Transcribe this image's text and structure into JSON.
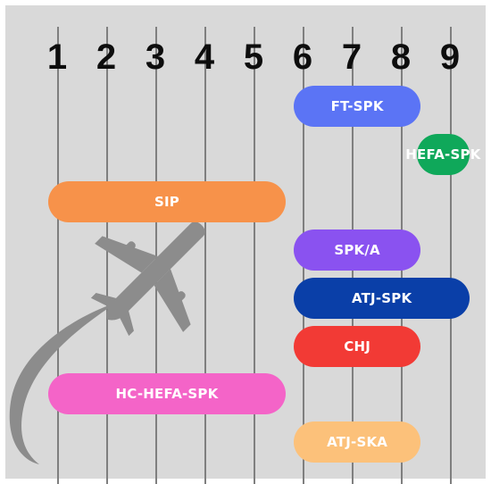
{
  "columns": [
    "1",
    "2",
    "3",
    "4",
    "5",
    "6",
    "7",
    "8",
    "9"
  ],
  "bars": [
    {
      "label": "FT-SPK",
      "start": 6,
      "end": 8.75,
      "color": "#5b74f5"
    },
    {
      "label": "HEFA-SPK",
      "start": 8.5,
      "end": 9.75,
      "color": "#0fa85a"
    },
    {
      "label": "SIP",
      "start": 1,
      "end": 6,
      "color": "#f7924a"
    },
    {
      "label": "SPK/A",
      "start": 6,
      "end": 8.75,
      "color": "#8a52f0"
    },
    {
      "label": "ATJ-SPK",
      "start": 6,
      "end": 9.75,
      "color": "#0a3fa8"
    },
    {
      "label": "CHJ",
      "start": 6,
      "end": 8.75,
      "color": "#f23a35"
    },
    {
      "label": "HC-HEFA-SPK",
      "start": 1,
      "end": 6,
      "color": "#f464c8"
    },
    {
      "label": "ATJ-SKA",
      "start": 6,
      "end": 8.75,
      "color": "#fcc17a"
    }
  ],
  "colors": {
    "background": "#d9d9d9",
    "gridline": "#7f7f7f",
    "numbers": "#0d0d0d",
    "plane": "#8c8c8c"
  },
  "icons": {
    "plane": "airplane-icon",
    "trail": "flight-trail"
  }
}
